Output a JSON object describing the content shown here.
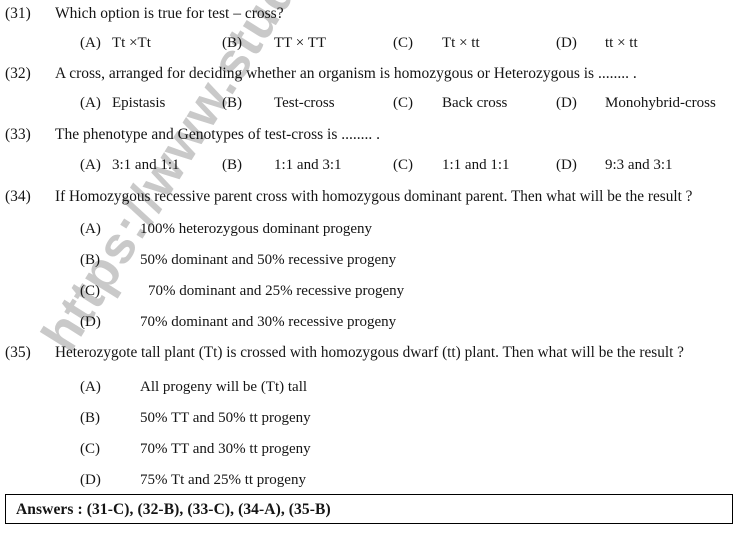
{
  "watermark": {
    "text": "https://www.stud"
  },
  "questions": [
    {
      "number": "(31)",
      "text": "Which option is true for test – cross?",
      "layout": "inline",
      "options": [
        {
          "label": "(A)",
          "value": "Tt ×Tt"
        },
        {
          "label": "(B)",
          "value": "TT × TT"
        },
        {
          "label": "(C)",
          "value": "Tt × tt"
        },
        {
          "label": "(D)",
          "value": "tt × tt"
        }
      ]
    },
    {
      "number": "(32)",
      "text": "A cross, arranged for deciding whether an organism is homozygous or Heterozygous is ........ .",
      "layout": "inline",
      "options": [
        {
          "label": "(A)",
          "value": "Epistasis"
        },
        {
          "label": "(B)",
          "value": "Test-cross"
        },
        {
          "label": "(C)",
          "value": "Back cross"
        },
        {
          "label": "(D)",
          "value": "Monohybrid-cross"
        }
      ]
    },
    {
      "number": "(33)",
      "text": "The phenotype and Genotypes of test-cross is ........ .",
      "layout": "inline",
      "options": [
        {
          "label": "(A)",
          "value": "3:1 and 1:1"
        },
        {
          "label": "(B)",
          "value": "1:1 and 3:1"
        },
        {
          "label": "(C)",
          "value": "1:1 and 1:1"
        },
        {
          "label": "(D)",
          "value": "9:3 and 3:1"
        }
      ]
    },
    {
      "number": "(34)",
      "text": "If Homozygous recessive parent cross with homozygous dominant parent. Then what will be the result ?",
      "layout": "stacked",
      "options": [
        {
          "label": "(A)",
          "value": "100% heterozygous dominant progeny"
        },
        {
          "label": "(B)",
          "value": "50% dominant and 50% recessive progeny"
        },
        {
          "label": "(C)",
          "value": "70% dominant and 25% recessive progeny"
        },
        {
          "label": "(D)",
          "value": "70% dominant and 30% recessive progeny"
        }
      ]
    },
    {
      "number": "(35)",
      "text": "Heterozygote tall plant (Tt) is crossed with homozygous dwarf (tt) plant. Then what will be the result ?",
      "layout": "stacked",
      "options": [
        {
          "label": "(A)",
          "value": "All progeny will be (Tt) tall"
        },
        {
          "label": "(B)",
          "value": "50% TT and 50% tt progeny"
        },
        {
          "label": "(C)",
          "value": "70% TT and 30% tt progeny"
        },
        {
          "label": "(D)",
          "value": "75% Tt and 25% tt progeny"
        }
      ]
    }
  ],
  "answers": {
    "text": "Answers :  (31-C), (32-B), (33-C), (34-A), (35-B)"
  }
}
